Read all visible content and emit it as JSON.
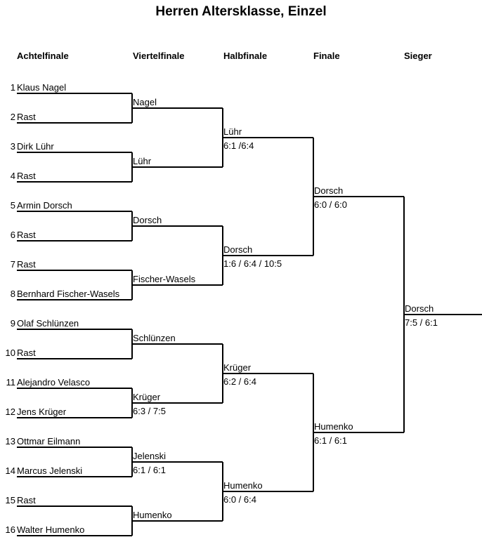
{
  "title": "Herren Altersklasse, Einzel",
  "rounds": [
    "Achtelfinale",
    "Viertelfinale",
    "Halbfinale",
    "Finale",
    "Sieger"
  ],
  "round_of_16": [
    {
      "seed": "1",
      "name": "Klaus Nagel"
    },
    {
      "seed": "2",
      "name": "Rast"
    },
    {
      "seed": "3",
      "name": "Dirk Lühr"
    },
    {
      "seed": "4",
      "name": "Rast"
    },
    {
      "seed": "5",
      "name": "Armin Dorsch"
    },
    {
      "seed": "6",
      "name": "Rast"
    },
    {
      "seed": "7",
      "name": "Rast"
    },
    {
      "seed": "8",
      "name": "Bernhard Fischer-Wasels"
    },
    {
      "seed": "9",
      "name": "Olaf Schlünzen"
    },
    {
      "seed": "10",
      "name": "Rast"
    },
    {
      "seed": "11",
      "name": "Alejandro Velasco"
    },
    {
      "seed": "12",
      "name": "Jens Krüger"
    },
    {
      "seed": "13",
      "name": "Ottmar Eilmann"
    },
    {
      "seed": "14",
      "name": "Marcus Jelenski"
    },
    {
      "seed": "15",
      "name": "Rast"
    },
    {
      "seed": "16",
      "name": "Walter Humenko"
    }
  ],
  "quarterfinals": [
    {
      "winner": "Nagel",
      "score": ""
    },
    {
      "winner": "Lühr",
      "score": ""
    },
    {
      "winner": "Dorsch",
      "score": ""
    },
    {
      "winner": "Fischer-Wasels",
      "score": ""
    },
    {
      "winner": "Schlünzen",
      "score": ""
    },
    {
      "winner": "Krüger",
      "score": "6:3 / 7:5"
    },
    {
      "winner": "Jelenski",
      "score": "6:1 / 6:1"
    },
    {
      "winner": "Humenko",
      "score": ""
    }
  ],
  "semifinals": [
    {
      "winner": "Lühr",
      "score": "6:1 /6:4"
    },
    {
      "winner": "Dorsch",
      "score": "1:6 / 6:4 / 10:5"
    },
    {
      "winner": "Krüger",
      "score": "6:2 / 6:4"
    },
    {
      "winner": "Humenko",
      "score": "6:0 / 6:4"
    }
  ],
  "finals": [
    {
      "winner": "Dorsch",
      "score": "6:0 / 6:0"
    },
    {
      "winner": "Humenko",
      "score": "6:1 / 6:1"
    }
  ],
  "champion": {
    "winner": "Dorsch",
    "score": "7:5 / 6:1"
  }
}
